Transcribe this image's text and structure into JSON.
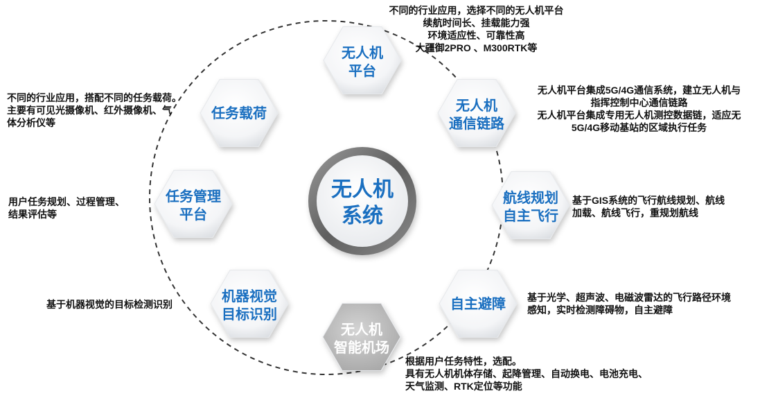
{
  "center": {
    "line1": "无人机",
    "line2": "系统"
  },
  "nodes": [
    {
      "id": "platform",
      "line1": "无人机",
      "line2": "平台",
      "style": "active",
      "desc": [
        "不同的行业应用，选择不同的无人机平台",
        "续航时间长、挂载能力强",
        "环境适应性、可靠性高",
        "大疆御2PRO 、M300RTK等"
      ]
    },
    {
      "id": "comm",
      "line1": "无人机",
      "line2": "通信链路",
      "style": "active",
      "desc": [
        "无人机平台集成5G/4G通信系统，建立无人机与",
        "指挥控制中心通信链路",
        "无人机平台集成专用无人机测控数据链，适应无",
        "5G/4G移动基站的区域执行任务"
      ]
    },
    {
      "id": "route",
      "line1": "航线规划",
      "line2": "自主飞行",
      "style": "active",
      "desc": [
        "基于GIS系统的飞行航线规划、航线",
        "加载、航线飞行，重规划航线"
      ]
    },
    {
      "id": "avoid",
      "line1": "自主避障",
      "line2": "",
      "style": "active",
      "desc": [
        "基于光学、超声波、电磁波雷达的飞行路径环境",
        "感知，实时检测障碍物，自主避障"
      ]
    },
    {
      "id": "airport",
      "line1": "无人机",
      "line2": "智能机场",
      "style": "inactive",
      "desc": [
        "根据用户任务特性，选配。",
        "具有无人机机体存储、起降管理、自动换电、电池充电、",
        "天气监测、RTK定位等功能"
      ]
    },
    {
      "id": "vision",
      "line1": "机器视觉",
      "line2": "目标识别",
      "style": "active",
      "desc": [
        "基于机器视觉的目标检测识别"
      ]
    },
    {
      "id": "mission",
      "line1": "任务管理",
      "line2": "平台",
      "style": "active",
      "desc": [
        "用户任务规划、过程管理、",
        "结果评估等"
      ]
    },
    {
      "id": "payload",
      "line1": "任务载荷",
      "line2": "",
      "style": "active",
      "desc": [
        "不同的行业应用，搭配不同的任务载荷。",
        "主要有可见光摄像机、红外摄像机、气",
        "体分析仪等"
      ]
    }
  ],
  "colors": {
    "accent": "#1a6fc0",
    "muted": "#ffffff",
    "ring": "#7a7a7a",
    "dashed": "#333333"
  }
}
